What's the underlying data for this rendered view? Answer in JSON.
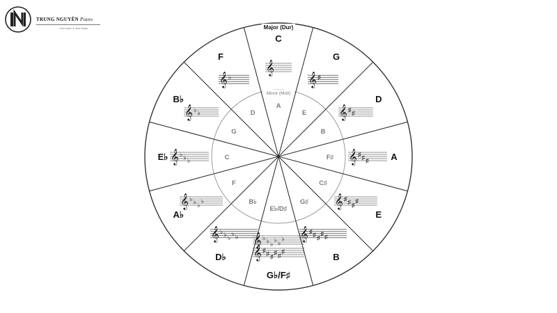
{
  "logo": {
    "brand": "TRUNG NGUYÊN",
    "script": "Piano",
    "tagline": "learn piano & other things",
    "icon": "piano-logo-icon"
  },
  "wheel": {
    "outer_title": "Major (Dur)",
    "inner_title": "Minor (Moll)",
    "colors": {
      "line": "#333333",
      "major_text": "#111111",
      "minor_text": "#7a7a7a",
      "inner_circle": "#9a9a9a"
    },
    "keys": [
      {
        "major": "C",
        "minor": "A",
        "sharps": 0,
        "flats": 0
      },
      {
        "major": "G",
        "minor": "E",
        "sharps": 1,
        "flats": 0
      },
      {
        "major": "D",
        "minor": "B",
        "sharps": 2,
        "flats": 0
      },
      {
        "major": "A",
        "minor": "F♯",
        "sharps": 3,
        "flats": 0
      },
      {
        "major": "E",
        "minor": "C♯",
        "sharps": 4,
        "flats": 0
      },
      {
        "major": "B",
        "minor": "G♯",
        "sharps": 5,
        "flats": 0
      },
      {
        "major": "G♭/F♯",
        "minor": "E♭/D♯",
        "sharps": 6,
        "flats": 6
      },
      {
        "major": "D♭",
        "minor": "B♭",
        "sharps": 0,
        "flats": 5
      },
      {
        "major": "A♭",
        "minor": "F",
        "sharps": 0,
        "flats": 4
      },
      {
        "major": "E♭",
        "minor": "C",
        "sharps": 0,
        "flats": 3
      },
      {
        "major": "B♭",
        "minor": "G",
        "sharps": 0,
        "flats": 2
      },
      {
        "major": "F",
        "minor": "D",
        "sharps": 0,
        "flats": 1
      }
    ]
  }
}
